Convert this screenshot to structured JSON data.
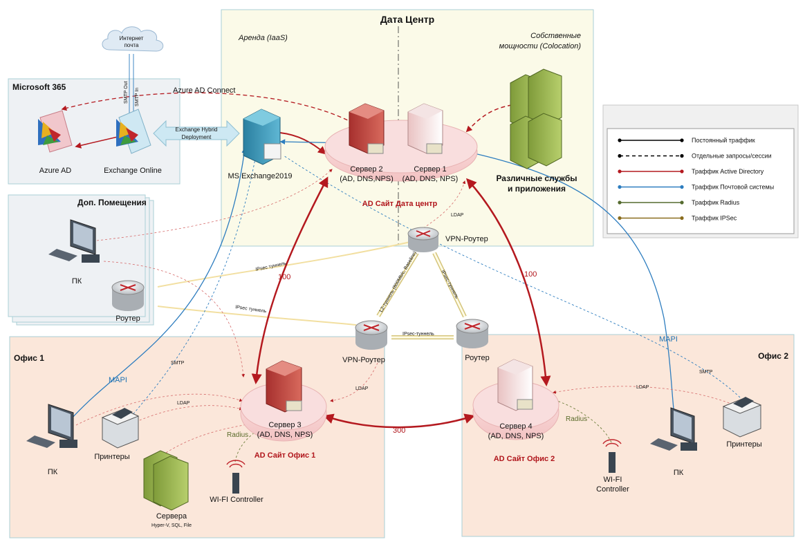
{
  "zones": {
    "datacenter": {
      "title": "Дата Центр",
      "iaas": "Аренда (IaaS)",
      "colo_line1": "Собственные",
      "colo_line2": "мощности (Colocation)"
    },
    "m365": {
      "title": "Microsoft 365"
    },
    "dop": {
      "title": "Доп. Помещения"
    },
    "office1": {
      "title": "Офис 1"
    },
    "office2": {
      "title": "Офис 2"
    }
  },
  "nodes": {
    "cloud": {
      "line1": "Интернет",
      "line2": "почта"
    },
    "azure_ad": "Azure AD",
    "exchange_online": "Exchange Online",
    "ms_exchange": "MS Exchange2019",
    "server2": {
      "line1": "Сервер 2",
      "line2": "(AD, DNS,NPS)"
    },
    "server1": {
      "line1": "Сервер 1",
      "line2": "(AD, DNS, NPS)"
    },
    "ad_site_dc": "AD Сайт Дата центр",
    "services": {
      "line1": "Различные службы",
      "line2": "и приложения"
    },
    "vpn_router_dc": "VPN-Роутер",
    "dop_pc": "ПК",
    "dop_router": "Роутер",
    "vpn_router_o1": "VPN-Роутер",
    "router_o2": "Роутер",
    "server3": {
      "line1": "Сервер 3",
      "line2": "(AD, DNS, NPS)"
    },
    "ad_site_o1": "AD Сайт Офис 1",
    "server4": {
      "line1": "Сервер 4",
      "line2": "(AD, DNS, NPS)"
    },
    "ad_site_o2": "AD Сайт Офис 2",
    "o1_pc": "ПК",
    "o1_printers": "Принтеры",
    "o1_servers": "Сервера",
    "o1_servers_sub": "Hyper-V, SQL, File",
    "o1_wifi": "WI-FI Controller",
    "o2_pc": "ПК",
    "o2_printers": "Принтеры",
    "o2_wifi_line1": "WI-FI",
    "o2_wifi_line2": "Controller"
  },
  "links": {
    "azure_ad_connect": "Azure AD Connect",
    "hybrid_line1": "Exchange Hybrid",
    "hybrid_line2": "Deployment",
    "smtp_out": "SMTP Out",
    "smtp_in": "SMTP In",
    "ldap": "LDAP",
    "ipsec_tunnel": "IPsec туннель",
    "ipsec_tunnel_dash": "IPsec-туннель",
    "l2_tunnel": "L2-туннель (800Mb/с, Baseline)",
    "w100": "100",
    "w300": "300",
    "mapi": "MAPI",
    "smtp": "SMTP",
    "radius": "Radius"
  },
  "legend": [
    {
      "label": "Постоянный траффик",
      "color": "#000000",
      "dash": false
    },
    {
      "label": "Отдельные запросы/сессии",
      "color": "#000000",
      "dash": true
    },
    {
      "label": "Траффик Active Directory",
      "color": "#b4191f",
      "dash": false
    },
    {
      "label": "Траффик Почтовой системы",
      "color": "#2d7dbf",
      "dash": false
    },
    {
      "label": "Траффик Radius",
      "color": "#556b2f",
      "dash": false
    },
    {
      "label": "Траффик IPSec",
      "color": "#8a6d1e",
      "dash": false
    }
  ],
  "colors": {
    "datacenter_bg": "#fbfae8",
    "office_bg": "#fbe7da",
    "cloud_zone_bg": "#eef1f4",
    "ad_red": "#b4191f",
    "mail_blue": "#2d7dbf"
  }
}
